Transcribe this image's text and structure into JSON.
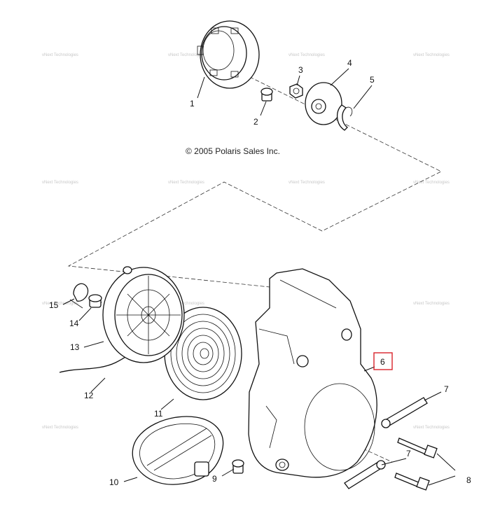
{
  "copyright": "© 2005 Polaris Sales Inc.",
  "watermark": "vNext Technologies",
  "highlight_color": "#d9232a",
  "callouts": [
    {
      "id": "1",
      "label": "1"
    },
    {
      "id": "2",
      "label": "2"
    },
    {
      "id": "3",
      "label": "3"
    },
    {
      "id": "4",
      "label": "4"
    },
    {
      "id": "5",
      "label": "5"
    },
    {
      "id": "6",
      "label": "6",
      "highlighted": true
    },
    {
      "id": "7a",
      "label": "7"
    },
    {
      "id": "7b",
      "label": "7"
    },
    {
      "id": "8",
      "label": "8"
    },
    {
      "id": "9",
      "label": "9"
    },
    {
      "id": "10",
      "label": "10"
    },
    {
      "id": "11",
      "label": "11"
    },
    {
      "id": "12",
      "label": "12"
    },
    {
      "id": "13",
      "label": "13"
    },
    {
      "id": "14",
      "label": "14"
    },
    {
      "id": "15",
      "label": "15"
    }
  ]
}
